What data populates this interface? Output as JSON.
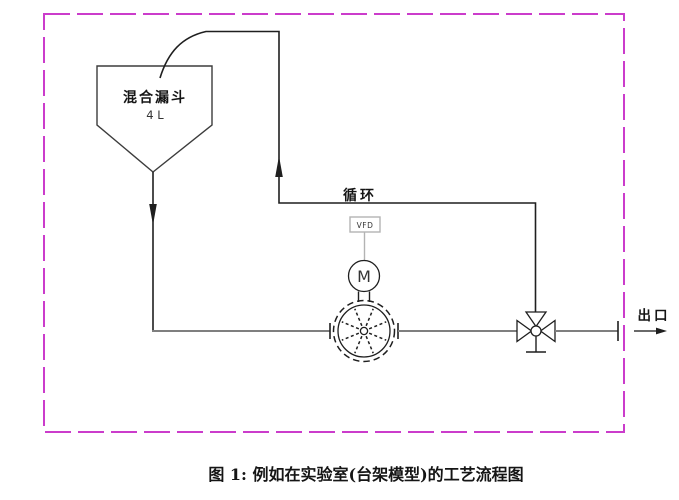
{
  "figure": {
    "funnel": {
      "label": "混合漏斗",
      "capacity": "4 L"
    },
    "recycle_label": "循环",
    "vfd_label": "VFD",
    "motor_label": "M",
    "outlet_label": "出口",
    "caption": "图 1: 例如在实验室(台架模型)的工艺流程图"
  },
  "colors": {
    "border_magenta": "#cb3ccb",
    "line_dark": "#1f1f1f",
    "funnel_gray": "#3c3c3c",
    "pipe_gray": "#7f7f7f",
    "vfd_gray": "#b3b3b3"
  }
}
